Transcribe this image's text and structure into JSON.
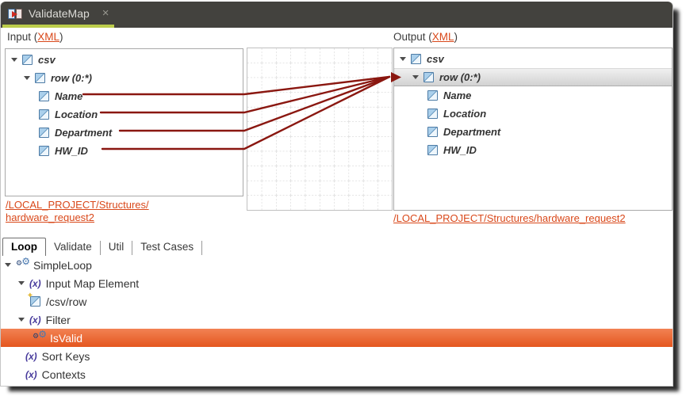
{
  "tabbar": {
    "active_tab": "ValidateMap",
    "close_glyph": "×"
  },
  "input_section": {
    "label_prefix": "Input (",
    "link_text": "XML",
    "label_suffix": ")"
  },
  "output_section": {
    "label_prefix": "Output (",
    "link_text": "XML",
    "label_suffix": ")"
  },
  "input_tree": {
    "items": [
      {
        "label": "csv"
      },
      {
        "label": "row (0:*)"
      },
      {
        "label": "Name"
      },
      {
        "label": "Location"
      },
      {
        "label": "Department"
      },
      {
        "label": "HW_ID"
      }
    ]
  },
  "output_tree": {
    "items": [
      {
        "label": "csv"
      },
      {
        "label": "row (0:*)",
        "selected": true
      },
      {
        "label": "Name"
      },
      {
        "label": "Location"
      },
      {
        "label": "Department"
      },
      {
        "label": "HW_ID"
      }
    ]
  },
  "mappings": {
    "source_fields": [
      "Name",
      "Location",
      "Department",
      "HW_ID"
    ],
    "target": "row (0:*)",
    "line_color": "#8a1710"
  },
  "links": {
    "input_line1": "/LOCAL_PROJECT/Structures/",
    "input_line2": "hardware_request2",
    "output": "/LOCAL_PROJECT/Structures/hardware_request2"
  },
  "bottom_tabs": {
    "items": [
      {
        "label": "Loop",
        "active": true
      },
      {
        "label": "Validate"
      },
      {
        "label": "Util"
      },
      {
        "label": "Test Cases"
      }
    ]
  },
  "loop_tree": {
    "items": [
      {
        "label": "SimpleLoop"
      },
      {
        "label": "Input Map Element"
      },
      {
        "label": "/csv/row"
      },
      {
        "label": "Filter"
      },
      {
        "label": "IsValid",
        "selected": true
      },
      {
        "label": "Sort Keys"
      },
      {
        "label": "Contexts"
      }
    ]
  },
  "icons": {
    "fx": "(x)",
    "gear": "⚙",
    "close": "×"
  },
  "colors": {
    "accent_link": "#d9481a",
    "selection_orange": "#e8612c",
    "tab_underline": "#bccd4b",
    "mapping_line": "#8a1710",
    "tabbar_bg": "#43423e"
  }
}
